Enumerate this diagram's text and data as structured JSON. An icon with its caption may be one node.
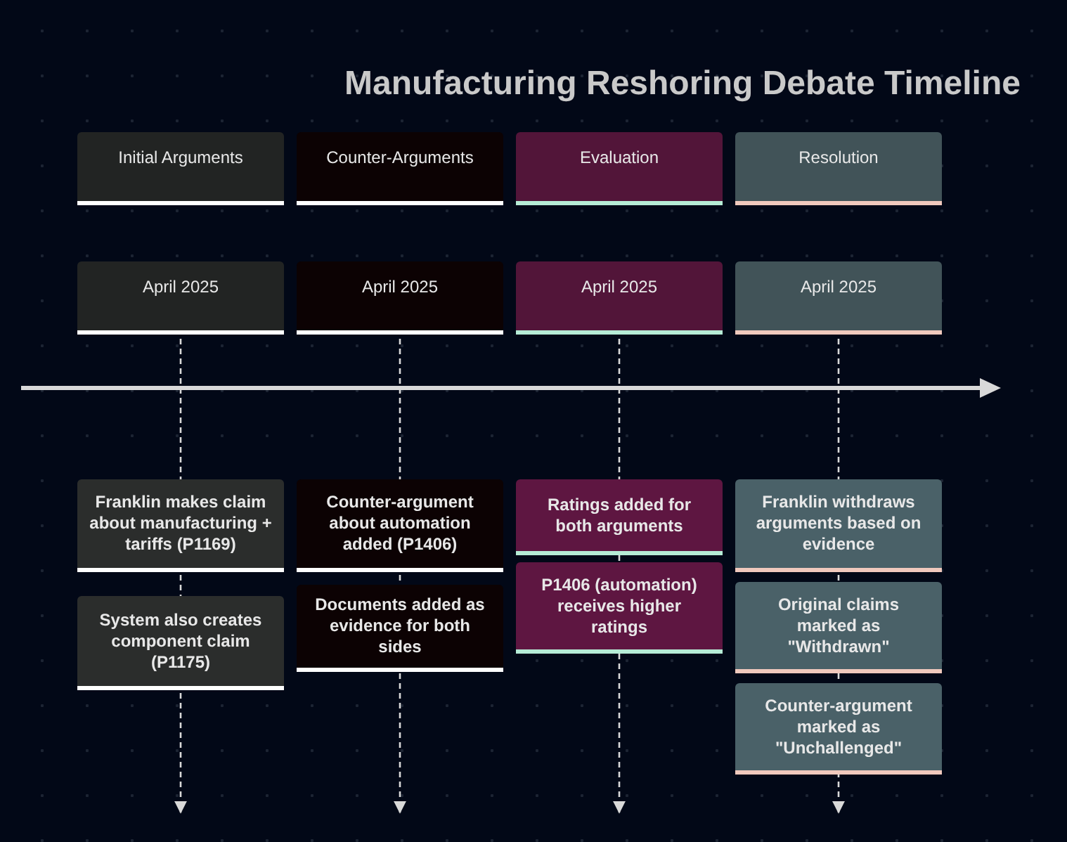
{
  "diagram": {
    "title": "Manufacturing Reshoring Debate Timeline",
    "nodes": [
      {
        "text": [
          "Initial Arguments"
        ]
      },
      {
        "text": [
          "Counter-Arguments"
        ]
      },
      {
        "text": [
          "Evaluation"
        ]
      },
      {
        "text": [
          "Resolution"
        ]
      },
      {
        "text": [
          "April 2025"
        ]
      },
      {
        "text": [
          "April 2025"
        ]
      },
      {
        "text": [
          "April 2025"
        ]
      },
      {
        "text": [
          "April 2025"
        ]
      },
      {
        "text": [
          "Franklin makes claim about manufacturing + tariffs (P1169)"
        ]
      },
      {
        "text": [
          "System also creates component claim (P1175)"
        ]
      },
      {
        "text": [
          "Counter-argument about automation added (P1406)"
        ]
      },
      {
        "text": [
          "Documents added as evidence for both sides"
        ]
      },
      {
        "text": [
          "Ratings added for both arguments"
        ]
      },
      {
        "text": [
          "P1406 (automation) receives higher ratings"
        ]
      },
      {
        "text": [
          "Franklin withdraws arguments based on evidence"
        ]
      },
      {
        "text": [
          "Original claims marked as \"Withdrawn\""
        ]
      },
      {
        "text": [
          "Counter-argument marked as \"Unchallenged\""
        ]
      }
    ],
    "edges": [
      {
        "from": 4,
        "to": null,
        "arrow": "to"
      },
      {
        "from": 5,
        "to": null,
        "arrow": "to"
      },
      {
        "from": 6,
        "to": null,
        "arrow": "to"
      },
      {
        "from": 7,
        "to": null,
        "arrow": "to"
      }
    ]
  }
}
